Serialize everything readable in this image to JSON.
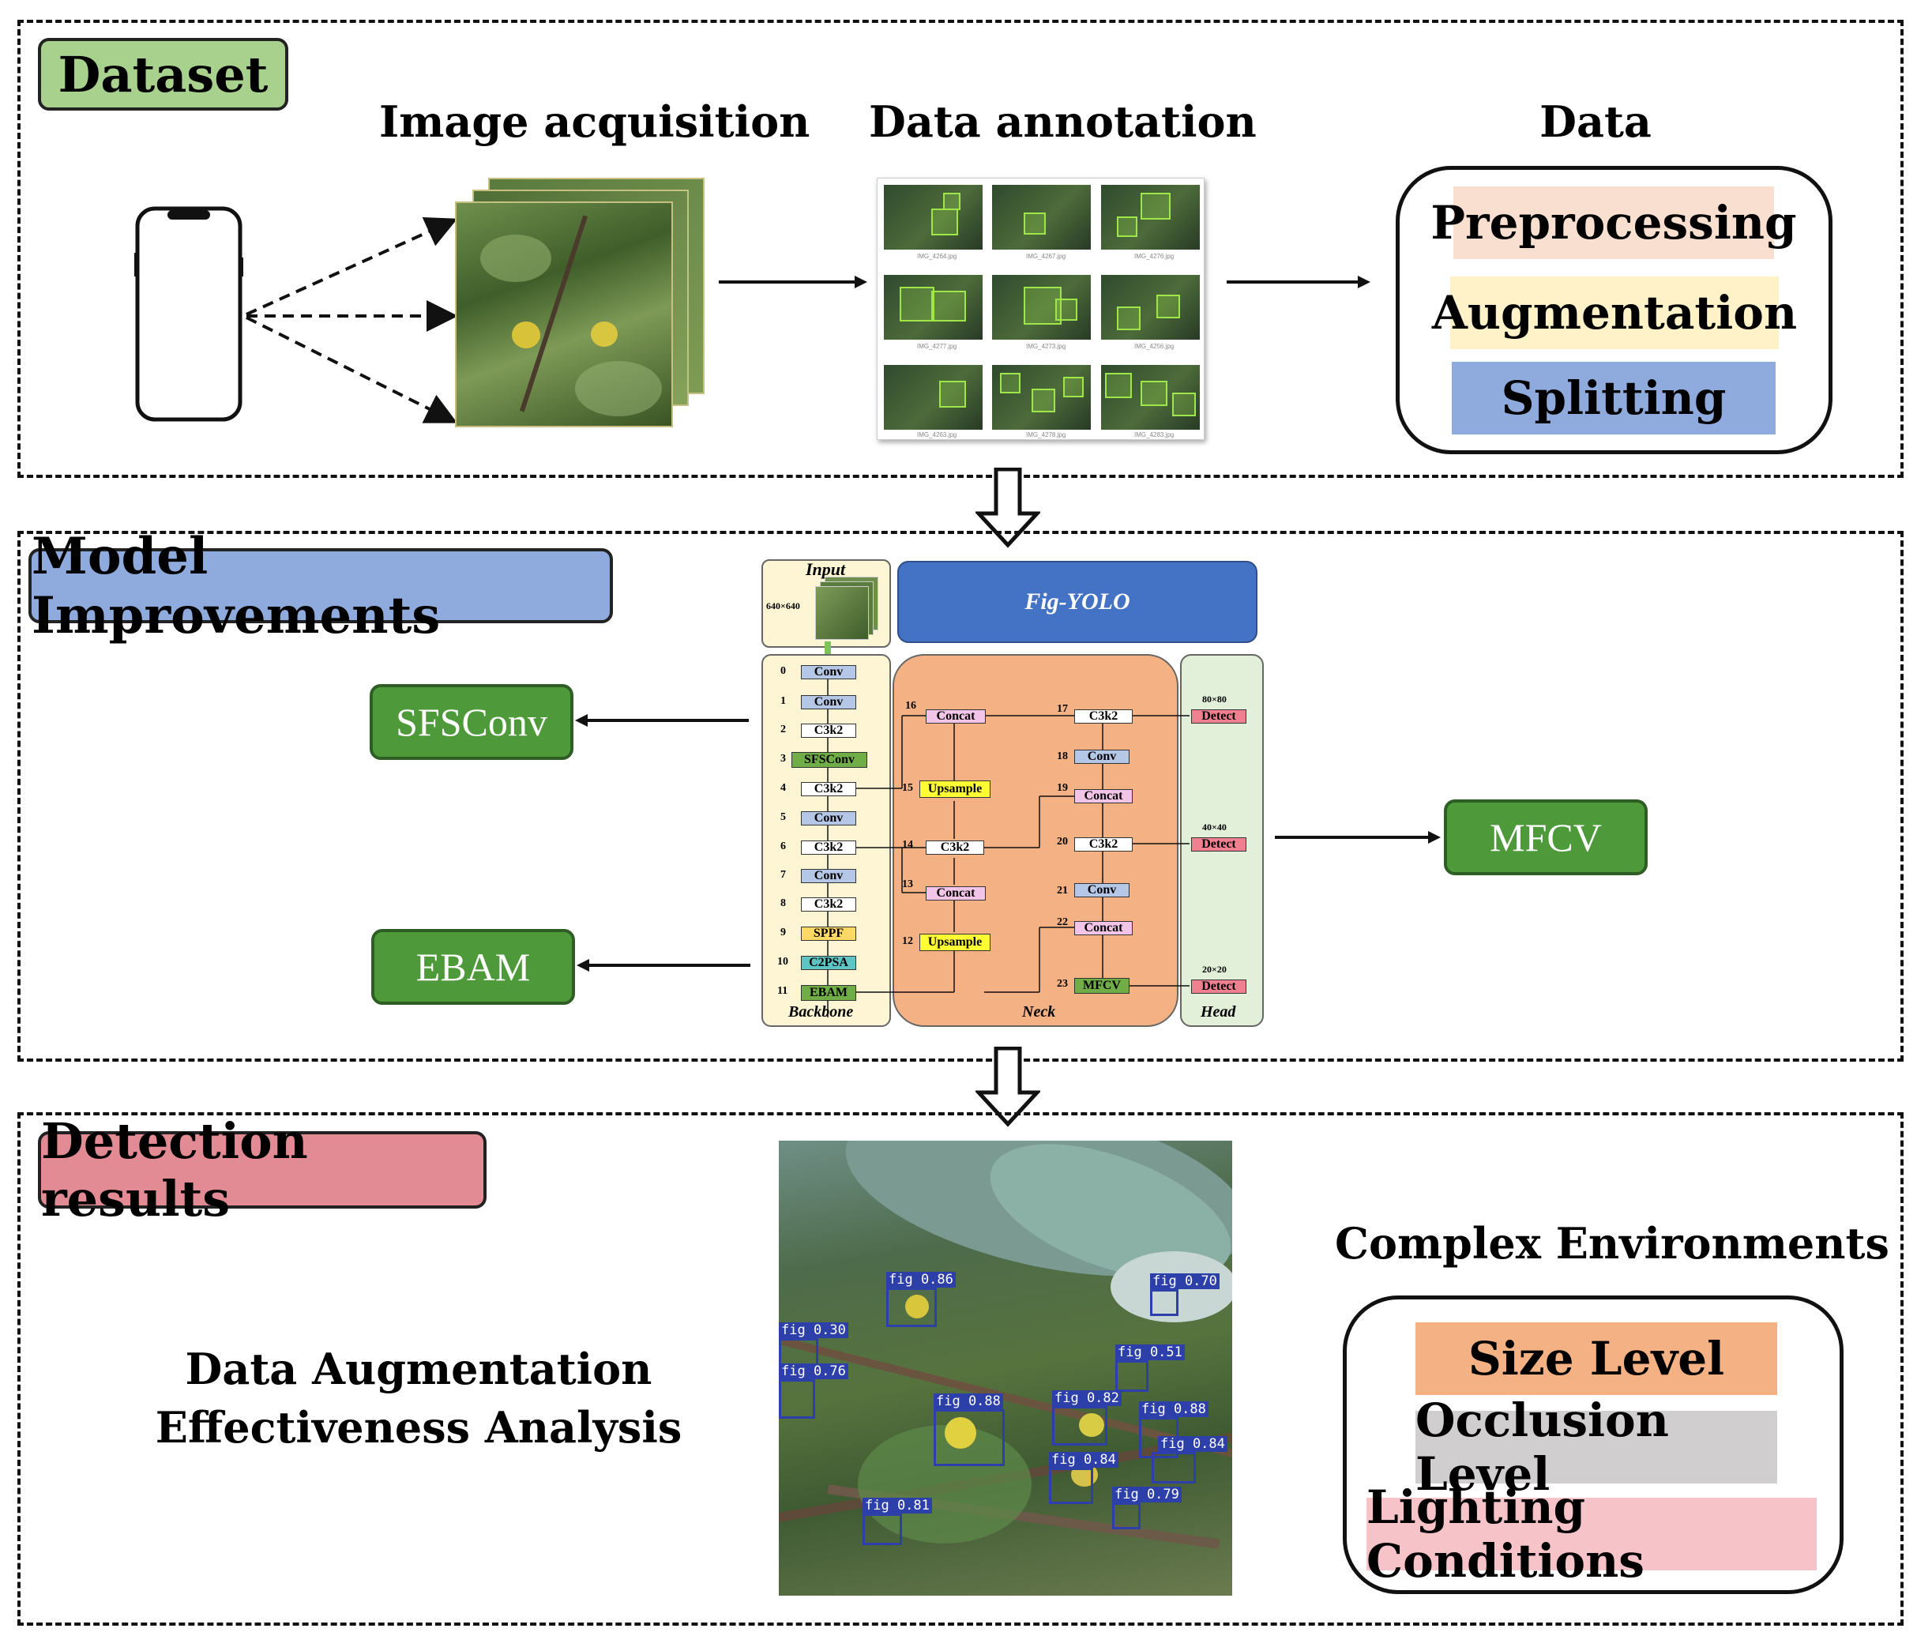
{
  "sections": {
    "dataset": {
      "tag": "Dataset",
      "image_acquisition": "Image acquisition",
      "data_annotation": "Data annotation",
      "data_heading": "Data",
      "data_steps": [
        "Preprocessing",
        "Augmentation",
        "Splitting"
      ],
      "thumb_captions": [
        "IMG_4264.jpg",
        "IMG_4267.jpg",
        "IMG_4276.jpg",
        "IMG_4277.jpg",
        "IMG_4273.jpg",
        "IMG_4256.jpg",
        "IMG_4263.jpg",
        "IMG_4278.jpg",
        "IMG_4283.jpg"
      ]
    },
    "model": {
      "tag": "Model Improvements",
      "modules": {
        "sfsconv": "SFSConv",
        "ebam": "EBAM",
        "mfcv": "MFCV"
      },
      "diagram": {
        "input_label": "Input",
        "input_size": "640×640",
        "title": "Fig-YOLO",
        "backbone_label": "Backbone",
        "neck_label": "Neck",
        "head_label": "Head",
        "backbone_nodes": [
          {
            "n": "0",
            "label": "Conv"
          },
          {
            "n": "1",
            "label": "Conv"
          },
          {
            "n": "2",
            "label": "C3k2"
          },
          {
            "n": "3",
            "label": "SFSConv"
          },
          {
            "n": "4",
            "label": "C3k2"
          },
          {
            "n": "5",
            "label": "Conv"
          },
          {
            "n": "6",
            "label": "C3k2"
          },
          {
            "n": "7",
            "label": "Conv"
          },
          {
            "n": "8",
            "label": "C3k2"
          },
          {
            "n": "9",
            "label": "SPPF"
          },
          {
            "n": "10",
            "label": "C2PSA"
          },
          {
            "n": "11",
            "label": "EBAM"
          }
        ],
        "neck_left": [
          {
            "n": "16",
            "label": "Concat"
          },
          {
            "n": "15",
            "label": "Upsample"
          },
          {
            "n": "14",
            "label": "C3k2"
          },
          {
            "n": "13",
            "label": "Concat"
          },
          {
            "n": "12",
            "label": "Upsample"
          }
        ],
        "neck_right": [
          {
            "n": "17",
            "label": "C3k2"
          },
          {
            "n": "18",
            "label": "Conv"
          },
          {
            "n": "19",
            "label": "Concat"
          },
          {
            "n": "20",
            "label": "C3k2"
          },
          {
            "n": "21",
            "label": "Conv"
          },
          {
            "n": "22",
            "label": "Concat"
          },
          {
            "n": "23",
            "label": "MFCV"
          }
        ],
        "head": [
          {
            "size": "80×80",
            "label": "Detect"
          },
          {
            "size": "40×40",
            "label": "Detect"
          },
          {
            "size": "20×20",
            "label": "Detect"
          }
        ]
      }
    },
    "detection": {
      "tag": "Detection results",
      "analysis_text": "Data Augmentation Effectiveness Analysis",
      "complex_heading": "Complex Environments",
      "env_items": [
        "Size Level",
        "Occlusion Level",
        "Lighting Conditions"
      ],
      "detections": [
        "fig 0.86",
        "fig 0.70",
        "fig 0.30",
        "fig 0.51",
        "fig 0.76",
        "fig 0.88",
        "fig 0.82",
        "fig 0.88",
        "fig 0.84",
        "fig 0.84",
        "fig 0.79",
        "fig 0.81"
      ]
    }
  },
  "colors": {
    "dataset_tag": "#a9d18e",
    "model_tag": "#8faadc",
    "detection_tag": "#e38b94",
    "preprocessing": "#f8dfd0",
    "augmentation": "#fff2c8",
    "splitting": "#8faadc",
    "size": "#f4b183",
    "occlusion": "#d0cece",
    "lighting": "#f6c3c8",
    "module_green": "#4e9a3b",
    "title_blue": "#4472c4"
  }
}
